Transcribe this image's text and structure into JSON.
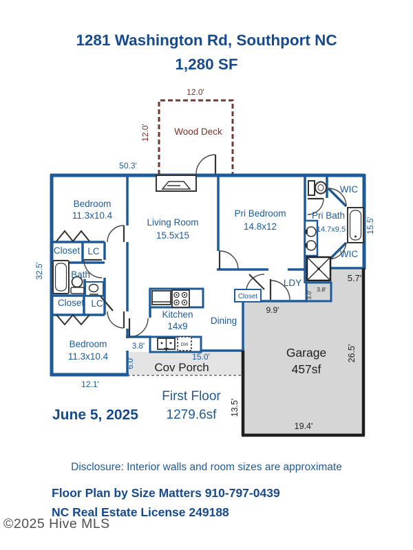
{
  "colors": {
    "wall_blue": "#1d5a9a",
    "title_navy": "#164a8f",
    "deck_maroon": "#6e3a31",
    "garage_fill": "#d6d6d6",
    "porch_fill": "#e4e4e4",
    "black": "#1f1f1f"
  },
  "header": {
    "address": "1281 Washington Rd, Southport NC",
    "area": "1,280 SF"
  },
  "deck": {
    "name": "Wood Deck",
    "dim_top": "12.0'",
    "dim_left": "12.0'"
  },
  "rooms": {
    "bedroom_top": {
      "name": "Bedroom",
      "size": "11.3x10.4"
    },
    "living_room": {
      "name": "Living Room",
      "size": "15.5x15"
    },
    "pri_bedroom": {
      "name": "Pri Bedroom",
      "size": "14.8x12"
    },
    "pri_bath": {
      "name": "Pri Bath",
      "size": "14.7x9.5"
    },
    "wic_top": {
      "name": "WIC"
    },
    "wic_bottom": {
      "name": "WIC"
    },
    "closet_top": {
      "name": "Closet"
    },
    "lc_top": {
      "name": "LC"
    },
    "bath": {
      "name": "Bath"
    },
    "closet_mid": {
      "name": "Closet"
    },
    "lc_mid": {
      "name": "LC"
    },
    "closet_ldy": {
      "name": "Closet"
    },
    "ldy": {
      "name": "LDY"
    },
    "kitchen": {
      "name": "Kitchen",
      "size": "14x9"
    },
    "dining": {
      "name": "Dining"
    },
    "bedroom_bottom": {
      "name": "Bedroom",
      "size": "11.3x10.4"
    },
    "cov_porch": {
      "name": "Cov Porch"
    },
    "garage": {
      "name": "Garage",
      "size": "457sf"
    }
  },
  "appliances": {
    "dishwasher": "DW"
  },
  "dims": {
    "top": "50.3'",
    "left": "32.5'",
    "right": "15.5'",
    "bed2_bottom": "12.1'",
    "porch_nook_w": "3.8'",
    "porch_nook_h": "6.0'",
    "porch_w": "15.0'",
    "ldy": "9.9'",
    "garage_top": "5.7'",
    "step_w": "3.8'",
    "step_h": "3.0'",
    "garage_right": "26.5'",
    "garage_bottom": "19.4'",
    "garage_left": "13.5'"
  },
  "footer": {
    "floor_label": "First Floor",
    "floor_area": "1279.6sf",
    "date": "June 5, 2025",
    "disclosure": "Disclosure: Interior walls and room sizes are approximate",
    "credit": "Floor Plan by Size Matters 910-797-0439",
    "license": "NC Real Estate License 249188",
    "watermark": "©2025 Hive MLS"
  }
}
